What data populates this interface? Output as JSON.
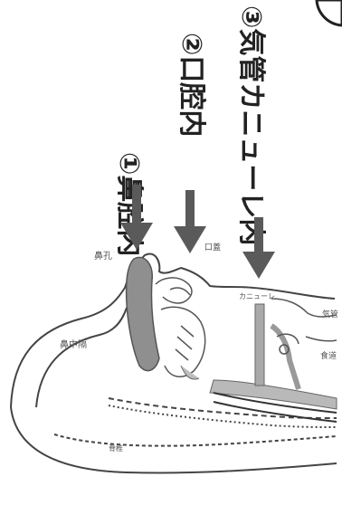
{
  "labels": {
    "nasal": "①鼻腔内",
    "oral": "②口腔内",
    "tracheal": "③気管カニューレ内"
  },
  "anatomy": {
    "nose_label": "鼻孔",
    "nasal_cavity_label": "鼻中隔",
    "palate_label": "口蓋",
    "trachea_label": "気管",
    "cannula_label": "カニューレ",
    "esophagus_label": "食道",
    "spine_label": "脊椎"
  },
  "colors": {
    "arrow": "#5a5a5a",
    "nasal_fill": "#8f8f8f",
    "cannula_fill": "#b9b9b9",
    "line": "#444444"
  }
}
